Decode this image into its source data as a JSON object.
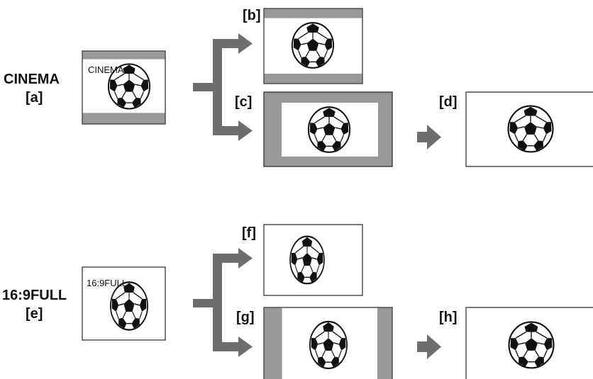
{
  "top_row": {
    "mode_name": "CINEMA",
    "mode_tag": "[a]",
    "screen_text": "CINEMA",
    "result_b_tag": "[b]",
    "result_c_tag": "[c]",
    "result_d_tag": "[d]"
  },
  "bottom_row": {
    "mode_name": "16:9FULL",
    "mode_tag": "[e]",
    "screen_text": "16:9FULL",
    "result_f_tag": "[f]",
    "result_g_tag": "[g]",
    "result_h_tag": "[h]"
  },
  "colors": {
    "bar_gray": "#999999",
    "arrow_gray": "#6e6e6e",
    "frame_border": "#222222"
  },
  "icons": [
    "soccer-ball-icon",
    "arrow-icon"
  ]
}
